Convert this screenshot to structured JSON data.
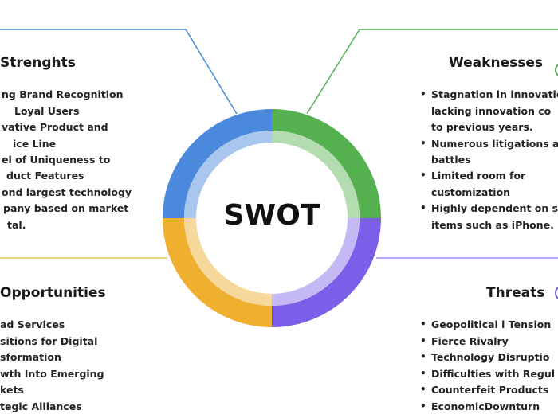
{
  "center_label": "SWOT",
  "colors": {
    "strengths": "#4a89dc",
    "weaknesses": "#55b050",
    "opportunities": "#efb02f",
    "threats": "#7b5fe8"
  },
  "strengths": {
    "title": "Strenghts",
    "lines": [
      "ng Brand Recognition",
      "Loyal Users",
      "vative Product and",
      "ice Line",
      "el of Uniqueness to",
      "duct Features",
      "ond largest technology",
      "pany based on market",
      "tal."
    ]
  },
  "weaknesses": {
    "title": "Weaknesses",
    "lines": [
      "Stagnation in innovatio",
      "lacking  innovation co",
      "to previous years.",
      "Numerous litigations a",
      "battles",
      "Limited room for",
      "customization",
      "Highly dependent on s",
      "items such as iPhone."
    ]
  },
  "opportunities": {
    "title": "Opportunities",
    "lines": [
      "ad Services",
      "sitions for Digital",
      "sformation",
      "wth Into Emerging",
      "kets",
      "tegic Alliances"
    ]
  },
  "threats": {
    "title": "Threats",
    "lines": [
      "Geopolitical l Tension",
      "Fierce Rivalry",
      "Technology Disruptio",
      "Difficulties with Regul",
      "Counterfeit Products",
      "EconomicDownturn"
    ]
  }
}
